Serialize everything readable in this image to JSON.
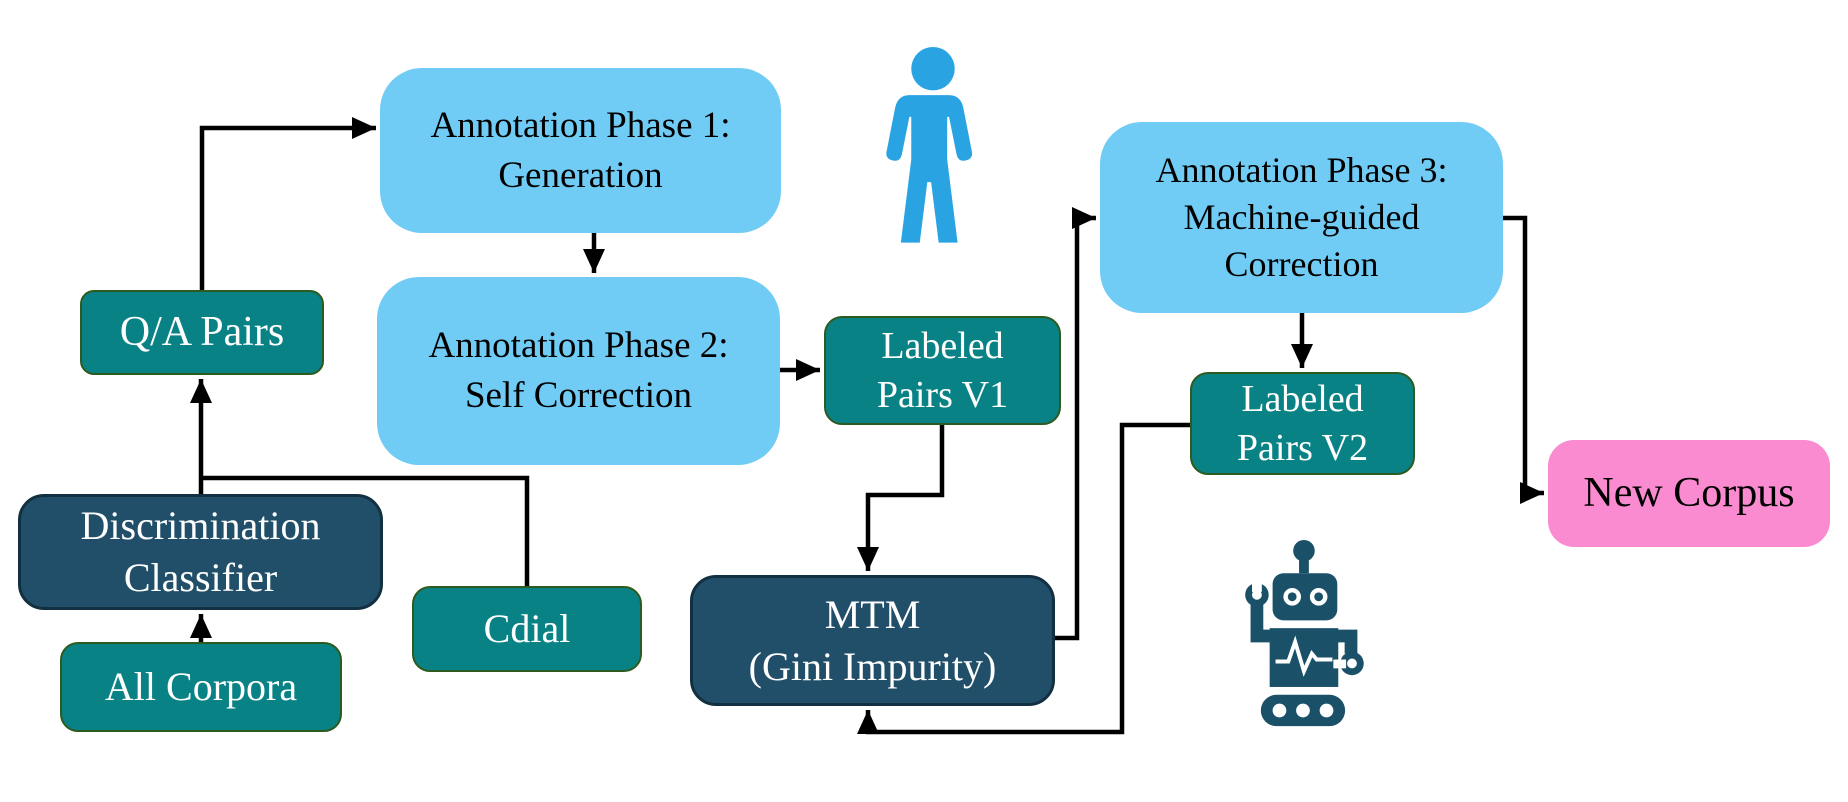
{
  "colors": {
    "phase_box": "#70CCF5",
    "teal_box": "#098286",
    "teal_border": "#2d5a1e",
    "navy_box": "#214F69",
    "navy_border": "#123042",
    "pink_box": "#FB8BD1",
    "arrow": "#000000",
    "person_icon": "#2AA3E3",
    "robot_icon": "#1A5068"
  },
  "boxes": {
    "phase1": {
      "lines": [
        "Annotation Phase 1:",
        "Generation"
      ]
    },
    "phase2": {
      "lines": [
        "Annotation Phase 2:",
        "Self Correction"
      ]
    },
    "phase3": {
      "lines": [
        "Annotation Phase 3:",
        "Machine-guided",
        "Correction"
      ]
    },
    "qa_pairs": {
      "lines": [
        "Q/A Pairs"
      ]
    },
    "labeled_v1": {
      "lines": [
        "Labeled",
        "Pairs V1"
      ]
    },
    "labeled_v2": {
      "lines": [
        "Labeled",
        "Pairs V2"
      ]
    },
    "cdial": {
      "lines": [
        "Cdial"
      ]
    },
    "all_corpora": {
      "lines": [
        "All Corpora"
      ]
    },
    "discrimination": {
      "lines": [
        "Discrimination",
        "Classifier"
      ]
    },
    "mtm": {
      "lines": [
        "MTM",
        "(Gini Impurity)"
      ]
    },
    "new_corpus": {
      "lines": [
        "New Corpus"
      ]
    }
  },
  "icons": [
    {
      "name": "person-icon",
      "color": "#2AA3E3"
    },
    {
      "name": "robot-icon",
      "color": "#1A5068"
    }
  ]
}
